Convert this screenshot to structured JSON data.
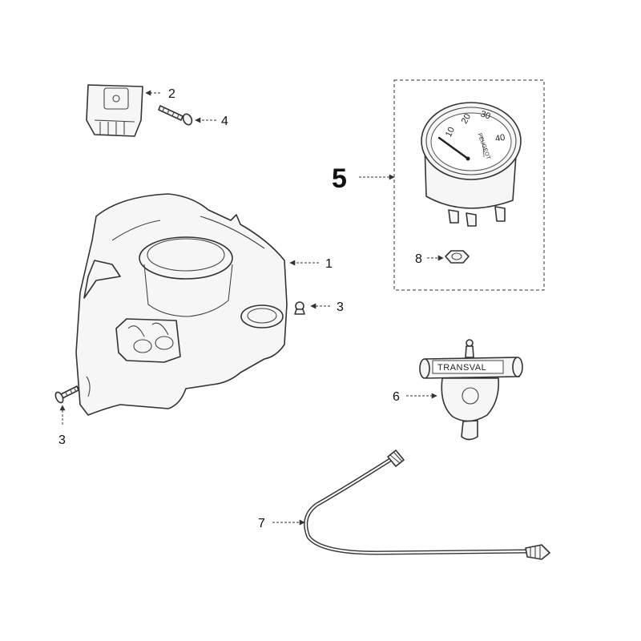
{
  "callouts": {
    "c1": "1",
    "c2": "2",
    "c3a": "3",
    "c3b": "3",
    "c4": "4",
    "c5": "5",
    "c6": "6",
    "c7": "7",
    "c8": "8"
  },
  "speedometer": {
    "tick_10": "10",
    "tick_20": "20",
    "tick_30": "30",
    "tick_40": "40",
    "brand": "PEUGEOT"
  },
  "sensor": {
    "brand": "TRANSVAL"
  }
}
